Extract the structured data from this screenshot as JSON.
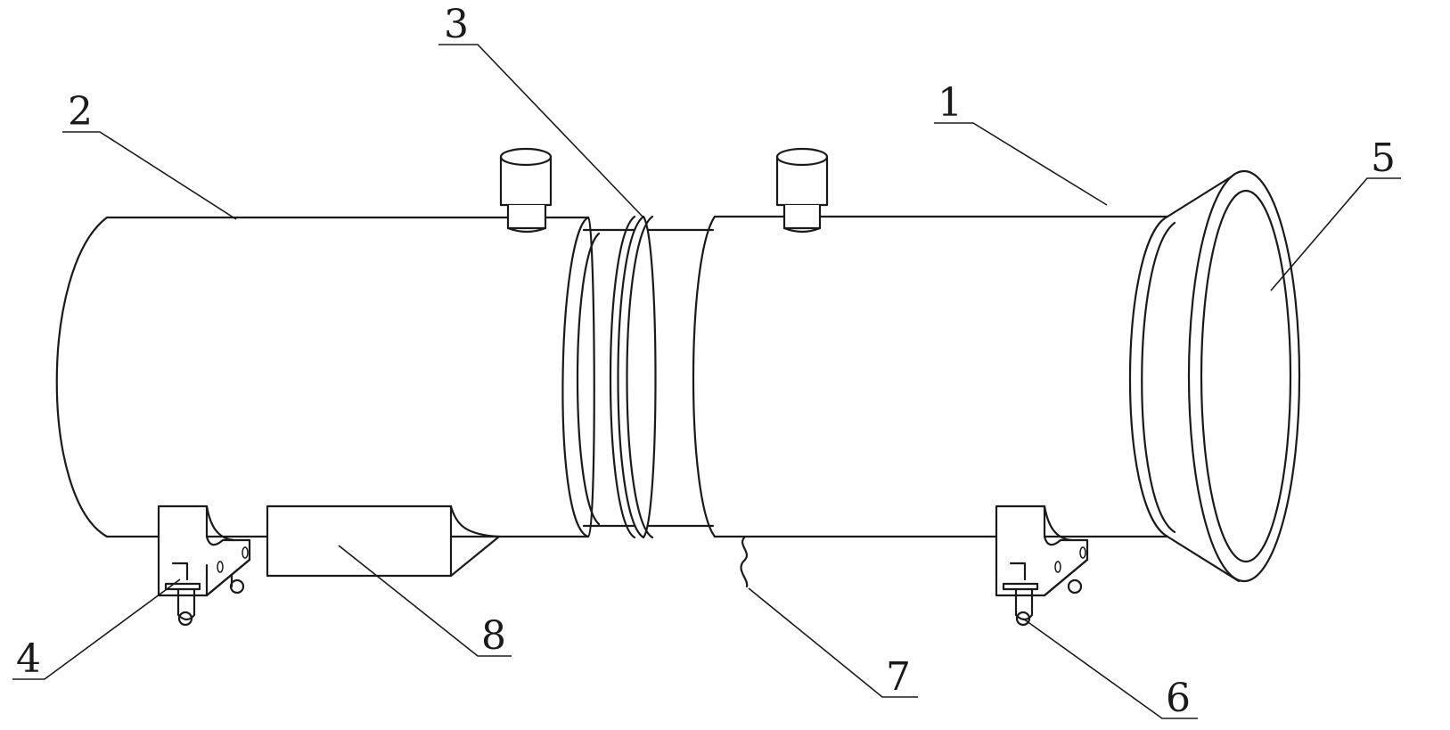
{
  "labels": {
    "l1": "1",
    "l2": "2",
    "l3": "3",
    "l4": "4",
    "l5": "5",
    "l6": "6",
    "l7": "7",
    "l8": "8"
  },
  "colors": {
    "stroke": "#1a1a1a",
    "background": "#ffffff"
  }
}
